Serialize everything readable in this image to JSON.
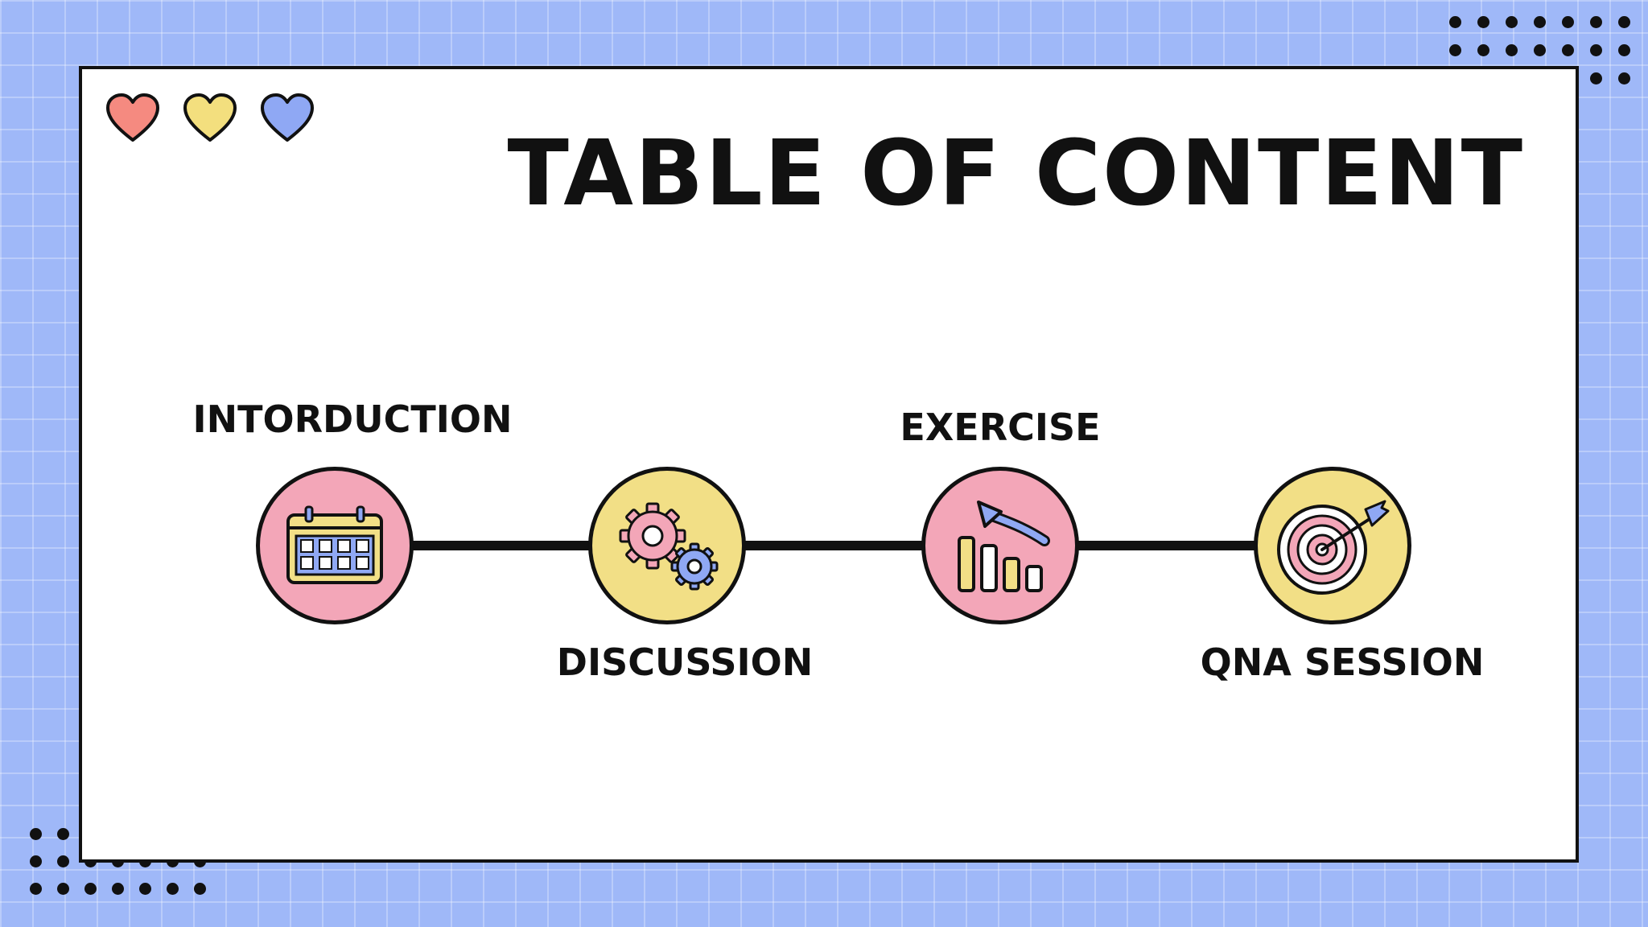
{
  "title": "TABLE OF CONTENT",
  "hearts": [
    {
      "color": "#f58a80"
    },
    {
      "color": "#f3df7e"
    },
    {
      "color": "#8fa8f4"
    }
  ],
  "steps": [
    {
      "label": "INTORDUCTION",
      "icon": "calendar-icon",
      "circle_color": "#f3a6b8"
    },
    {
      "label": "DISCUSSION",
      "icon": "gears-icon",
      "circle_color": "#f2df86"
    },
    {
      "label": "EXERCISE",
      "icon": "bar-chart-arrow-icon",
      "circle_color": "#f3a6b8"
    },
    {
      "label": "QNA SESSION",
      "icon": "target-icon",
      "circle_color": "#f2df86"
    }
  ],
  "colors": {
    "background": "#9fb8f8",
    "pink": "#f3a6b8",
    "yellow": "#f2df86",
    "blue": "#8fa8f4",
    "outline": "#111111"
  }
}
